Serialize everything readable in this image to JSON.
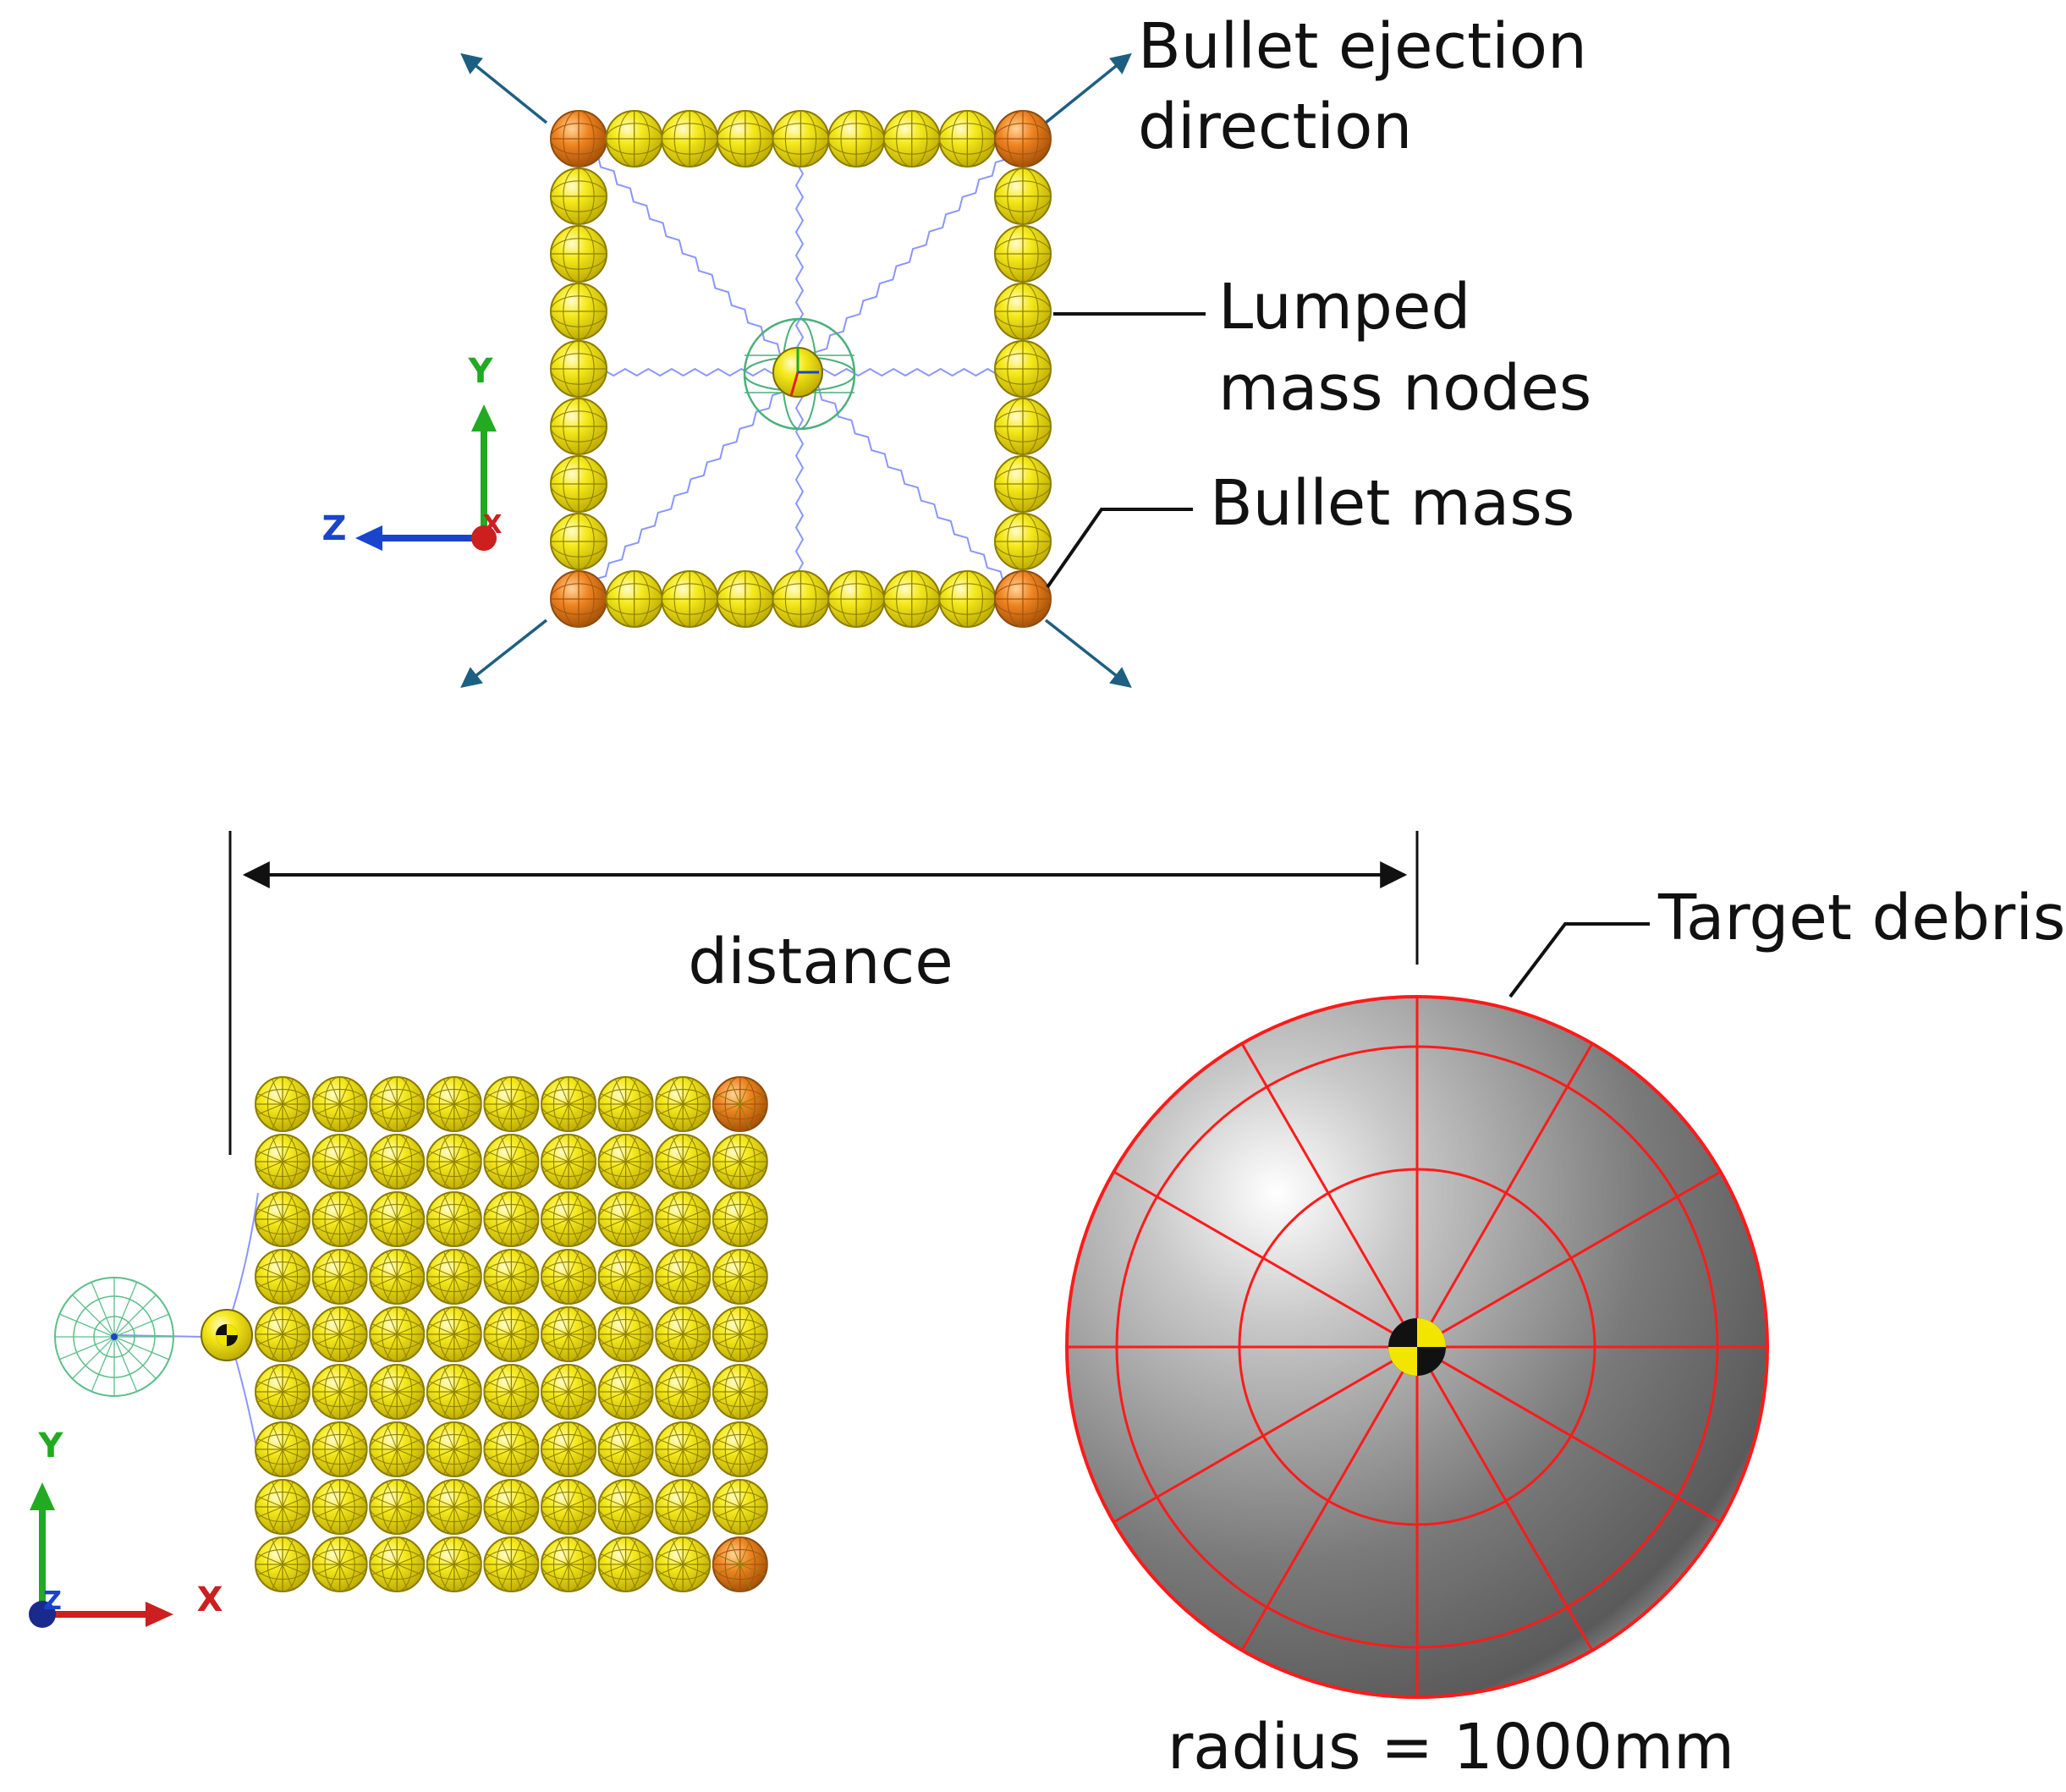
{
  "labels": {
    "ejection_line1": "Bullet ejection",
    "ejection_line2": "direction",
    "lumped_line1": "Lumped",
    "lumped_line2": "mass nodes",
    "bullet_mass": "Bullet mass",
    "distance": "distance",
    "target": "Target debris",
    "radius": "radius = 1000mm"
  },
  "axes_top": {
    "vertical": "Y",
    "horizontal": "Z",
    "out": "X"
  },
  "axes_bottom": {
    "vertical": "Y",
    "horizontal": "X",
    "out": "Z"
  },
  "colors": {
    "node_yellow": "#f2e600",
    "bullet_orange": "#e8781a",
    "arrow_teal": "#1d5f82",
    "target_mesh": "#ff1a1a",
    "tether_blue": "#8a96ff",
    "axis_y": "#22aa22",
    "axis_z": "#1a44cc",
    "axis_x": "#dd2222"
  },
  "net": {
    "top_view": {
      "nodes_per_side": 9,
      "corner_bullets": 4
    },
    "side_view": {
      "rows": 9,
      "columns": 9
    }
  }
}
